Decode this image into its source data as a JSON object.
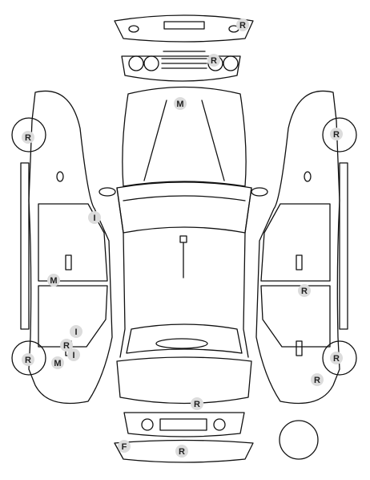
{
  "damage_marks": [
    {
      "id": "rear-bumper-top",
      "code": "R"
    },
    {
      "id": "rear-panel",
      "code": "R"
    },
    {
      "id": "roof",
      "code": "M"
    },
    {
      "id": "left-rear-wheel",
      "code": "R"
    },
    {
      "id": "left-front-wheel",
      "code": "R"
    },
    {
      "id": "right-rear-wheel",
      "code": "R"
    },
    {
      "id": "right-front-wheel",
      "code": "R"
    },
    {
      "id": "left-rear-door",
      "code": "I"
    },
    {
      "id": "left-sill",
      "code": "M"
    },
    {
      "id": "left-front-door-1",
      "code": "I"
    },
    {
      "id": "left-front-door-2",
      "code": "R"
    },
    {
      "id": "left-front-door-3",
      "code": "I"
    },
    {
      "id": "left-front-fender",
      "code": "M"
    },
    {
      "id": "right-door",
      "code": "R"
    },
    {
      "id": "right-front-fender",
      "code": "R"
    },
    {
      "id": "hood-front",
      "code": "R"
    },
    {
      "id": "front-bumper-left",
      "code": "F"
    },
    {
      "id": "front-bumper-bottom",
      "code": "R"
    }
  ]
}
